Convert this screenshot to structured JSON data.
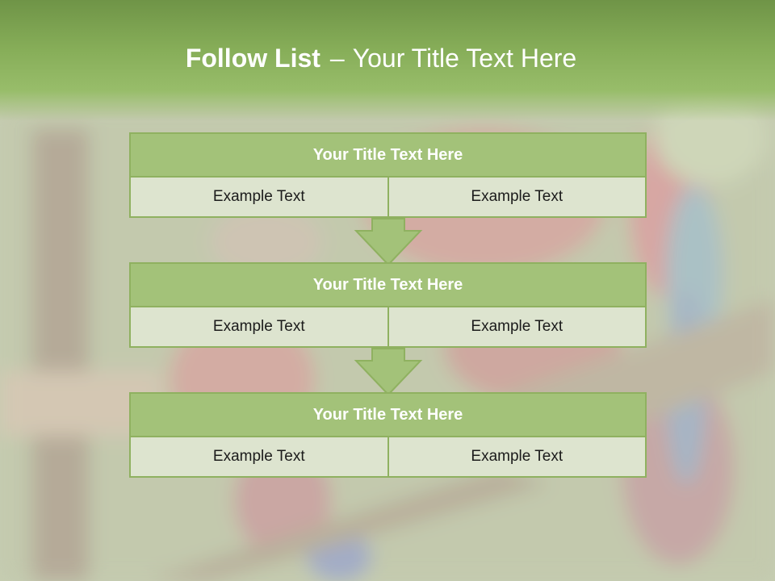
{
  "slide": {
    "title_bold": "Follow List",
    "title_dash": "–",
    "title_rest": "Your Title Text Here"
  },
  "steps": [
    {
      "title": "Your Title Text Here",
      "left": "Example Text",
      "right": "Example Text"
    },
    {
      "title": "Your Title Text Here",
      "left": "Example Text",
      "right": "Example Text"
    },
    {
      "title": "Your Title Text Here",
      "left": "Example Text",
      "right": "Example Text"
    }
  ],
  "colors": {
    "header": "#86ad58",
    "box_title": "#a3c279",
    "box_border": "#8fb160",
    "cell": "#dde4cf",
    "background": "#c9d0b4"
  }
}
